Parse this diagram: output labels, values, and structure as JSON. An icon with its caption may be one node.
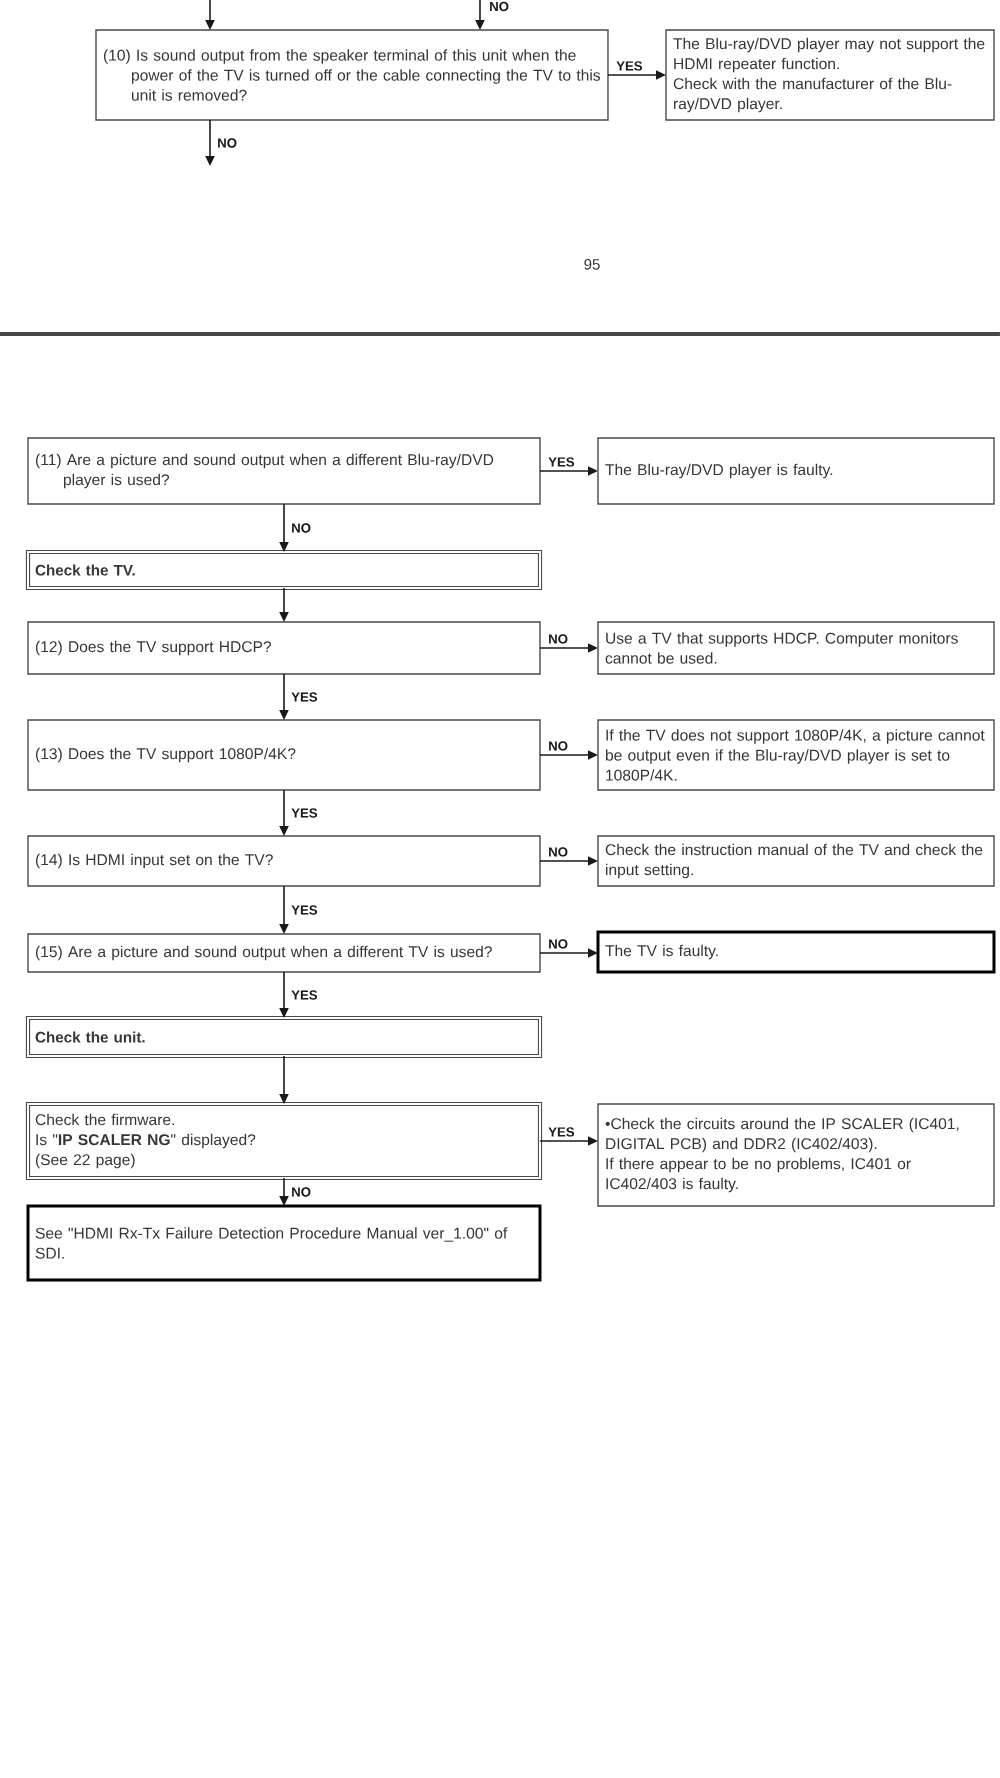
{
  "diagram": {
    "nodes": [
      {
        "text": [
          "(10) Is sound output from the speaker terminal of this unit when the power of the TV is turned off or the cable connecting the TV to this unit is removed?"
        ]
      },
      {
        "text": [
          "The Blu-ray/DVD player may not support the HDMI repeater function.",
          "Check with the manufacturer of the Blu-ray/DVD player."
        ]
      },
      {
        "text": [
          "(11) Are a picture and sound output when a different Blu-ray/DVD player is used?"
        ]
      },
      {
        "text": [
          "The Blu-ray/DVD player is faulty."
        ]
      },
      {
        "text": [
          "Check the TV."
        ]
      },
      {
        "text": [
          "(12) Does the TV support HDCP?"
        ]
      },
      {
        "text": [
          "Use a TV that supports HDCP. Computer monitors cannot be used."
        ]
      },
      {
        "text": [
          "(13) Does the TV support 1080P/4K?"
        ]
      },
      {
        "text": [
          "If the TV does not support 1080P/4K, a picture cannot be output even if the Blu-ray/DVD player is set to 1080P/4K."
        ]
      },
      {
        "text": [
          "(14) Is HDMI input set on the TV?"
        ]
      },
      {
        "text": [
          "Check the instruction manual of the TV and check the input setting."
        ]
      },
      {
        "text": [
          "(15) Are a picture and sound output when a different TV is used?"
        ]
      },
      {
        "text": [
          "The TV is faulty."
        ]
      },
      {
        "text": [
          "Check the unit."
        ]
      },
      {
        "text": [
          "Check the firmware.",
          "Is \"**IP SCALER NG**\" displayed?",
          "(See 22 page)"
        ]
      },
      {
        "text": [
          "•Check the circuits around the IP SCALER (IC401, DIGITAL PCB) and DDR2 (IC402/403).",
          "If there appear to be no problems, IC401 or IC402/403 is faulty."
        ]
      },
      {
        "text": [
          "See \"HDMI Rx-Tx Failure Detection Procedure Manual ver_1.00\" of SDI."
        ]
      }
    ],
    "edges": [
      {
        "from": null,
        "to": 0,
        "arrow": "to"
      },
      {
        "from": null,
        "to": 0,
        "arrow": "to",
        "label": "NO"
      },
      {
        "from": 0,
        "to": 1,
        "arrow": "to",
        "label": "YES"
      },
      {
        "from": 0,
        "to": null,
        "arrow": "to",
        "label": "NO"
      },
      {
        "from": 2,
        "to": 3,
        "arrow": "to",
        "label": "YES"
      },
      {
        "from": 2,
        "to": 4,
        "arrow": "to",
        "label": "NO"
      },
      {
        "from": 4,
        "to": 5,
        "arrow": "to"
      },
      {
        "from": 5,
        "to": 6,
        "arrow": "to",
        "label": "NO"
      },
      {
        "from": 5,
        "to": 7,
        "arrow": "to",
        "label": "YES"
      },
      {
        "from": 7,
        "to": 8,
        "arrow": "to",
        "label": "NO"
      },
      {
        "from": 7,
        "to": 9,
        "arrow": "to",
        "label": "YES"
      },
      {
        "from": 9,
        "to": 10,
        "arrow": "to",
        "label": "NO"
      },
      {
        "from": 9,
        "to": 11,
        "arrow": "to",
        "label": "YES"
      },
      {
        "from": 11,
        "to": 12,
        "arrow": "to",
        "label": "NO"
      },
      {
        "from": 11,
        "to": 13,
        "arrow": "to",
        "label": "YES"
      },
      {
        "from": 13,
        "to": 14,
        "arrow": "to"
      },
      {
        "from": 14,
        "to": 15,
        "arrow": "to",
        "label": "YES"
      },
      {
        "from": 14,
        "to": 16,
        "arrow": "to",
        "label": "NO"
      }
    ],
    "labels": [
      "95"
    ]
  }
}
